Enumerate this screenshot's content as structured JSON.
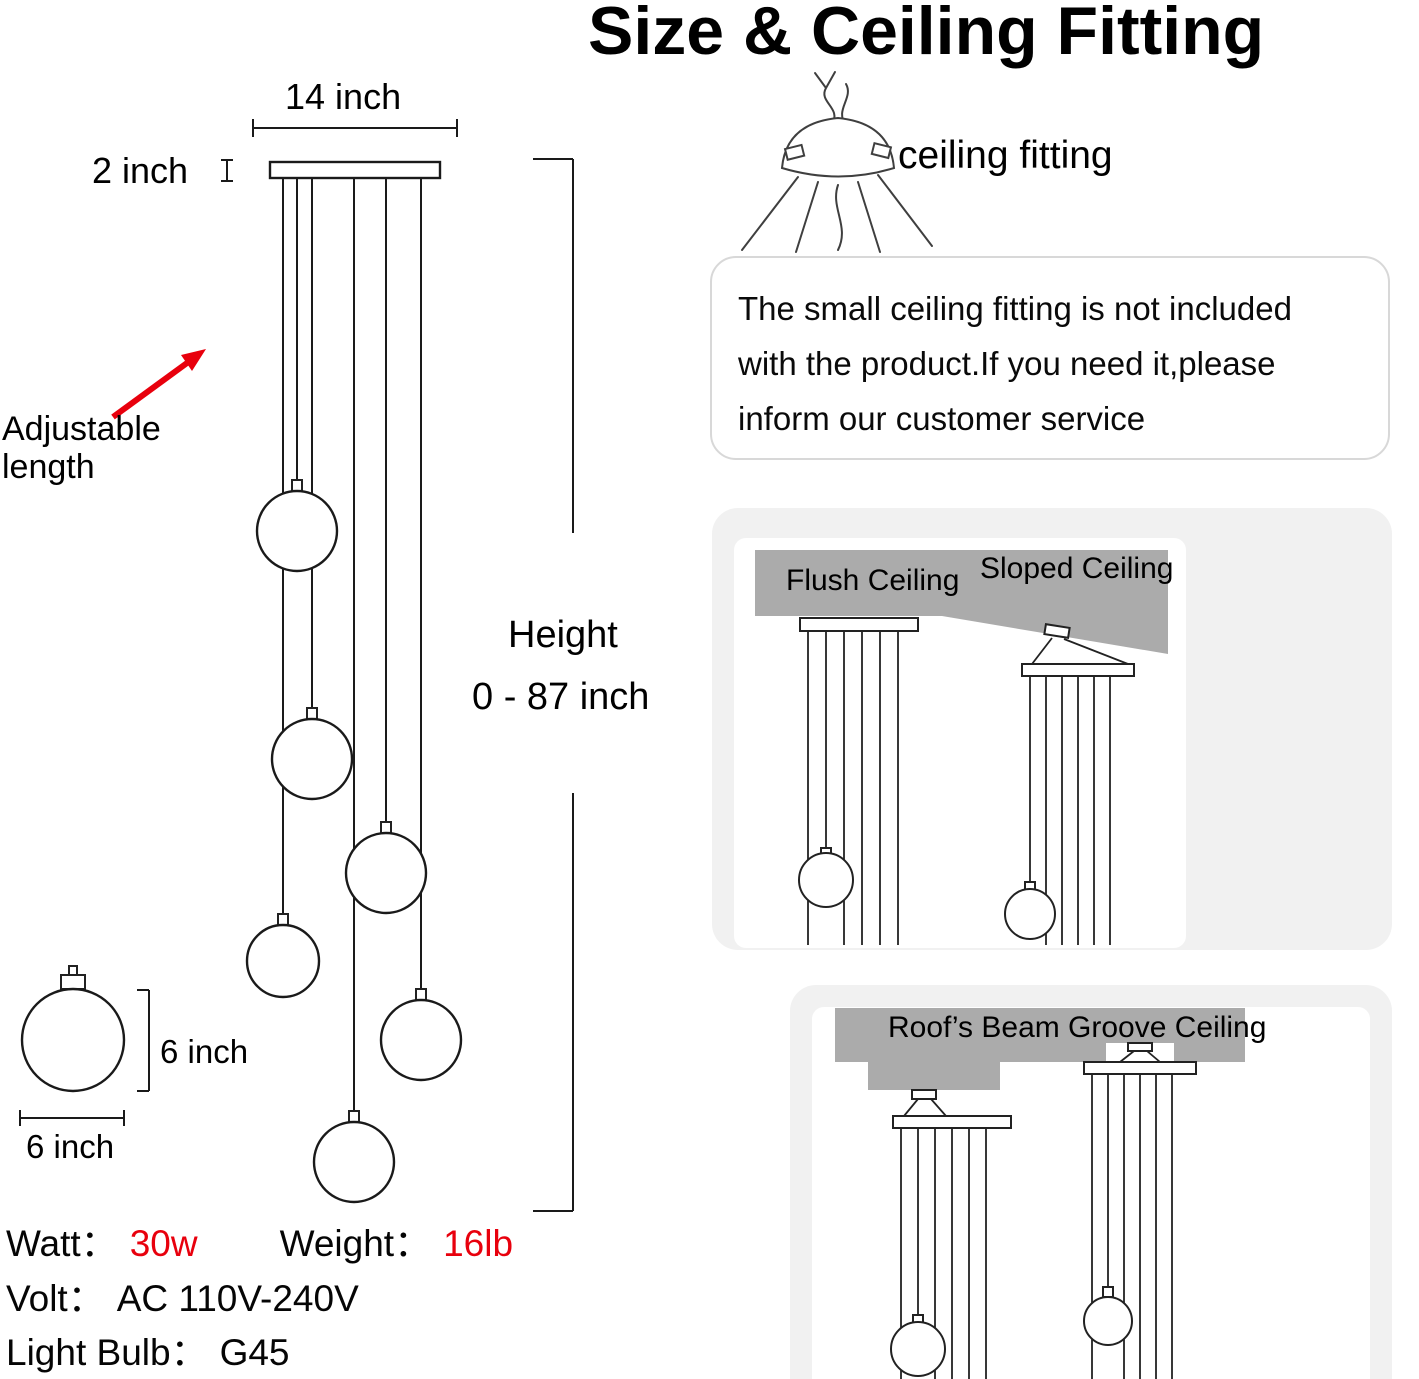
{
  "title": "Size & Ceiling Fitting",
  "left_diagram": {
    "width_label": "14 inch",
    "canopy_label": "2 inch",
    "adjustable_line1": "Adjustable",
    "adjustable_line2": "length",
    "height_title": "Height",
    "height_range": "0 - 87 inch",
    "bulb_height_label": "6 inch",
    "bulb_width_label": "6 inch"
  },
  "specs": {
    "watt_label": "Watt：",
    "watt_value": "30w",
    "weight_label": "Weight：",
    "weight_value": "16lb",
    "volt_label": "Volt：",
    "volt_value": "AC 110V-240V",
    "bulb_label": "Light Bulb：",
    "bulb_value": "G45"
  },
  "ceiling_fitting": {
    "label": "ceiling fitting",
    "note_lines": [
      "The small ceiling fitting is not included",
      "with the product.If you need it,please",
      "inform our customer service"
    ]
  },
  "panels": {
    "flush_label": "Flush Ceiling",
    "sloped_label": "Sloped Ceiling",
    "beam_label": "Roof’s Beam",
    "groove_label": "Groove Ceiling"
  },
  "colors": {
    "accent_red": "#e8000d",
    "ceiling_gray": "#ababab",
    "panel_gray": "#f1f1f1",
    "note_border": "#d8d8d8"
  }
}
